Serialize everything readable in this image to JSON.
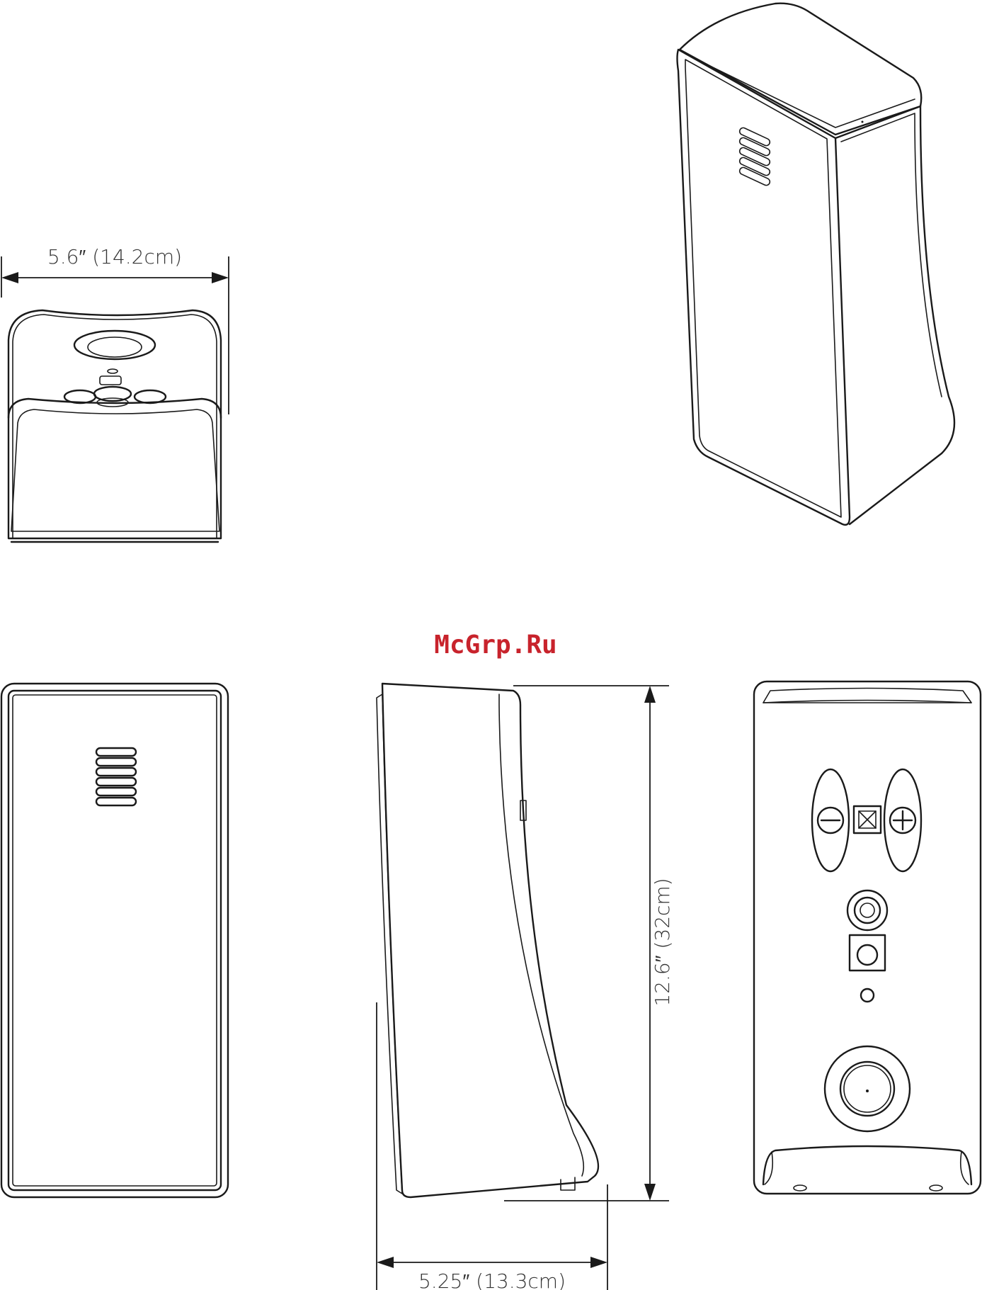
{
  "watermark": "McGrp.Ru",
  "dimensions": {
    "width": "5.6″ (14.2cm)",
    "height": "12.6″ (32cm)",
    "depth": "5.25″ (13.3cm)"
  },
  "views": [
    "top-view",
    "isometric-view",
    "front-view",
    "side-view",
    "rear-view"
  ],
  "colors": {
    "line": "#1a1a1a",
    "watermark": "#c8232c"
  }
}
